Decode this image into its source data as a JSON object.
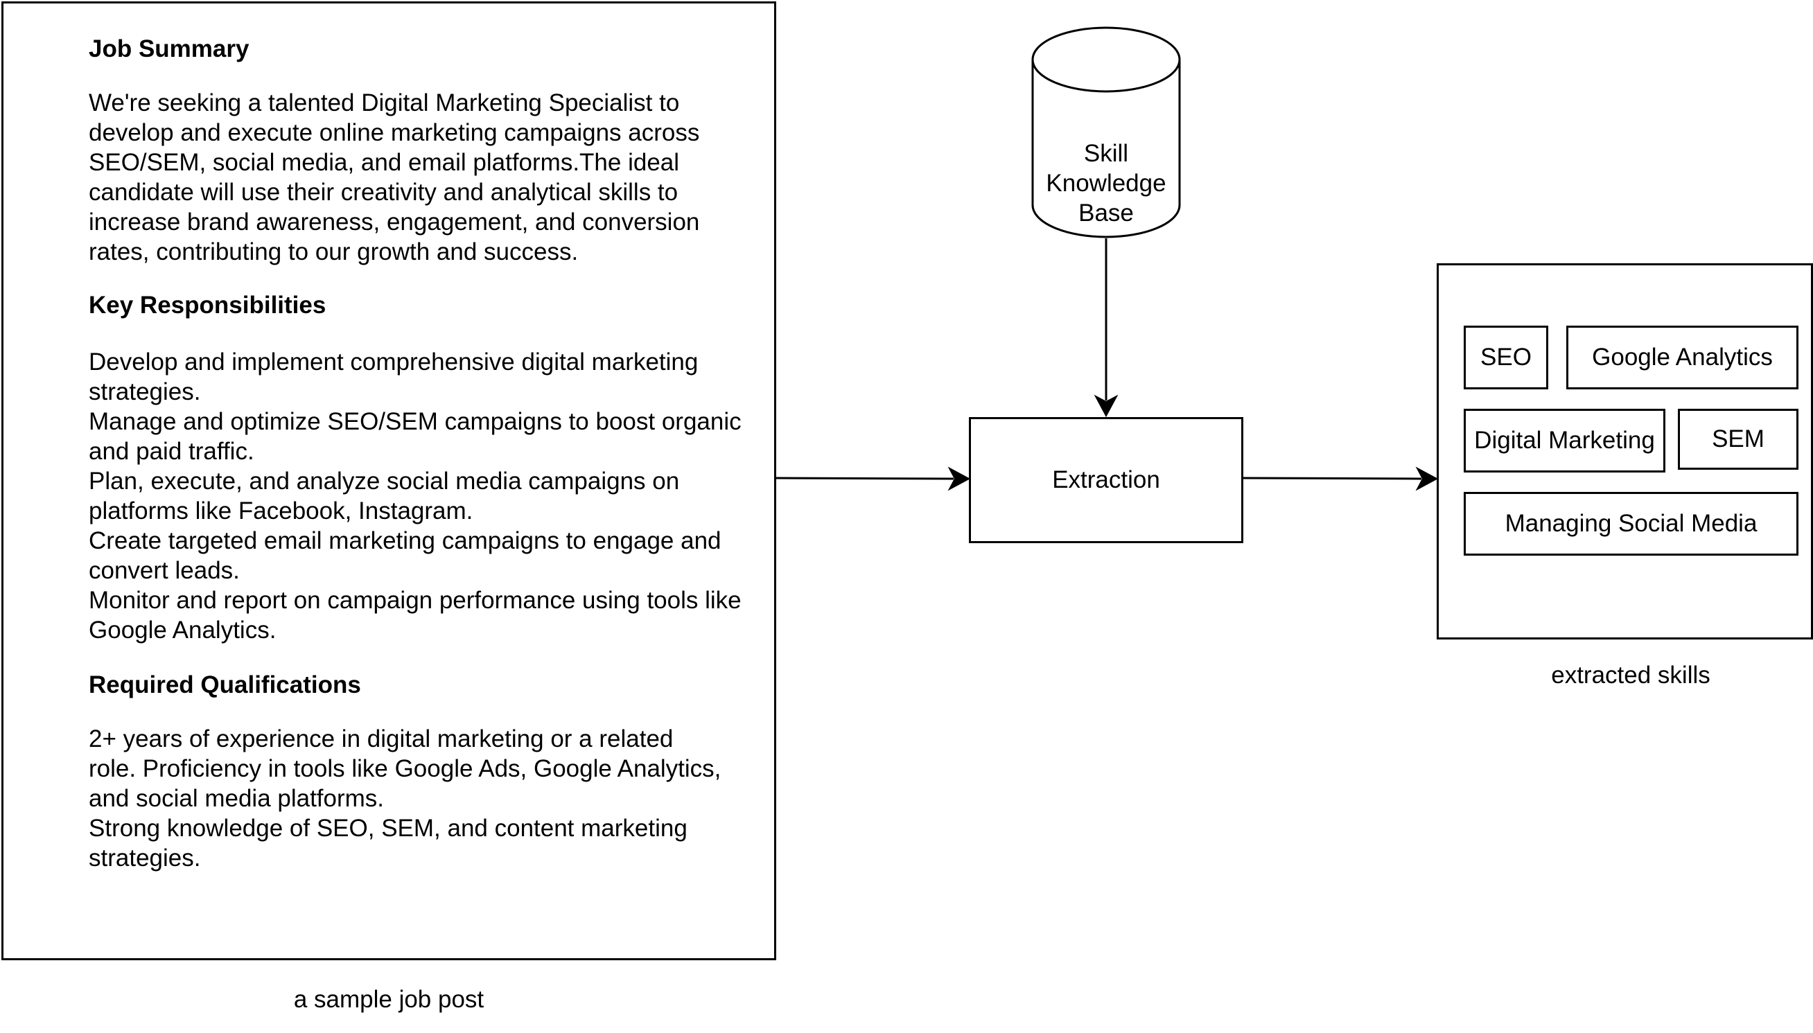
{
  "job_post": {
    "caption": "a sample job post",
    "sections": [
      {
        "heading": "Job Summary",
        "lines": [
          "We're seeking a talented Digital Marketing Specialist to",
          "develop and execute online marketing campaigns across",
          "SEO/SEM, social media, and email platforms.The ideal",
          "candidate will use their creativity and analytical skills to",
          "increase brand awareness, engagement, and conversion",
          "rates, contributing to our growth and success."
        ]
      },
      {
        "heading": "Key Responsibilities",
        "lines": [
          "Develop and implement comprehensive digital marketing",
          "strategies.",
          "Manage and optimize SEO/SEM campaigns to boost organic",
          "and paid traffic.",
          "Plan, execute, and analyze social media campaigns on",
          "platforms like Facebook, Instagram.",
          "Create targeted email marketing campaigns to engage and",
          "convert leads.",
          "Monitor and report on campaign performance using tools like",
          "Google Analytics."
        ]
      },
      {
        "heading": "Required Qualifications",
        "lines": [
          "2+ years of experience in digital marketing or a related",
          "role. Proficiency in tools like Google Ads, Google Analytics,",
          "and social media platforms.",
          "Strong knowledge of SEO, SEM, and content marketing",
          "strategies."
        ]
      }
    ]
  },
  "knowledge_base": {
    "lines": [
      "Skill",
      "Knowledge",
      "Base"
    ]
  },
  "extraction": {
    "label": "Extraction"
  },
  "extracted_skills": {
    "caption": "extracted skills",
    "skills": {
      "seo": "SEO",
      "google_analytics": "Google Analytics",
      "digital_marketing": "Digital Marketing",
      "sem": "SEM",
      "managing_social_media": "Managing Social Media"
    }
  }
}
